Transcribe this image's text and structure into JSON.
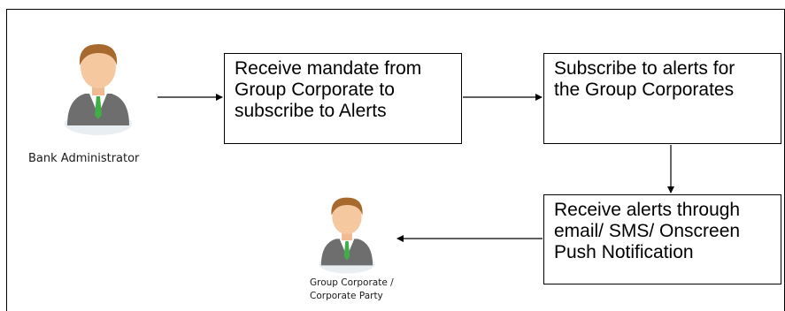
{
  "actors": {
    "bank_admin": {
      "label": "Bank Administrator"
    },
    "group_corporate": {
      "label_line1": "Group Corporate /",
      "label_line2": "Corporate Party"
    }
  },
  "steps": [
    {
      "lines": [
        "Receive mandate from",
        "Group Corporate to",
        "subscribe to Alerts"
      ]
    },
    {
      "lines": [
        "Subscribe to alerts for",
        "the Group Corporates"
      ]
    },
    {
      "lines": [
        "Receive alerts through",
        "email/ SMS/ Onscreen",
        "Push Notification"
      ]
    }
  ],
  "colors": {
    "skin": "#f5c8a0",
    "hair": "#a8692e",
    "suit": "#6e6e6e",
    "shirt": "#ffffff",
    "tie": "#3fae49",
    "base": "#e8eef2"
  },
  "icons": [
    "person-avatar-icon",
    "person-avatar-icon"
  ]
}
